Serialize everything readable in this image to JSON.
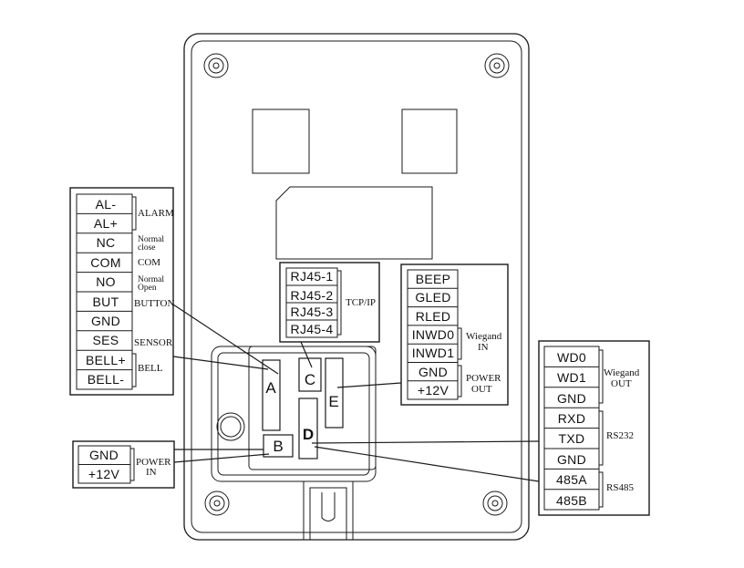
{
  "ports": {
    "A": "A",
    "B": "B",
    "C": "C",
    "D": "D",
    "E": "E"
  },
  "terminals": {
    "left_main": [
      "AL-",
      "AL+",
      "NC",
      "COM",
      "NO",
      "BUT",
      "GND",
      "SES",
      "BELL+",
      "BELL-"
    ],
    "power_in": [
      "GND",
      "+12V"
    ],
    "tcpip": [
      "RJ45-1",
      "RJ45-2",
      "RJ45-3",
      "RJ45-4"
    ],
    "wiegand_in_block": [
      "BEEP",
      "GLED",
      "RLED",
      "INWD0",
      "INWD1",
      "GND",
      "+12V"
    ],
    "wiegand_out_block": [
      "WD0",
      "WD1",
      "GND",
      "RXD",
      "TXD",
      "GND",
      "485A",
      "485B"
    ]
  },
  "group_labels": {
    "alarm": "ALARM",
    "normal_close": [
      "Normal",
      "close"
    ],
    "com": "COM",
    "normal_open": [
      "Normal",
      "Open"
    ],
    "button": "BUTTON",
    "sensor": "SENSOR",
    "bell": "BELL",
    "power_in": [
      "POWER",
      "IN"
    ],
    "tcpip": "TCP/IP",
    "wiegand_in": [
      "Wiegand",
      "IN"
    ],
    "power_out": [
      "POWER",
      "OUT"
    ],
    "wiegand_out": [
      "Wiegand",
      "OUT"
    ],
    "rs232": "RS232",
    "rs485": "RS485"
  }
}
